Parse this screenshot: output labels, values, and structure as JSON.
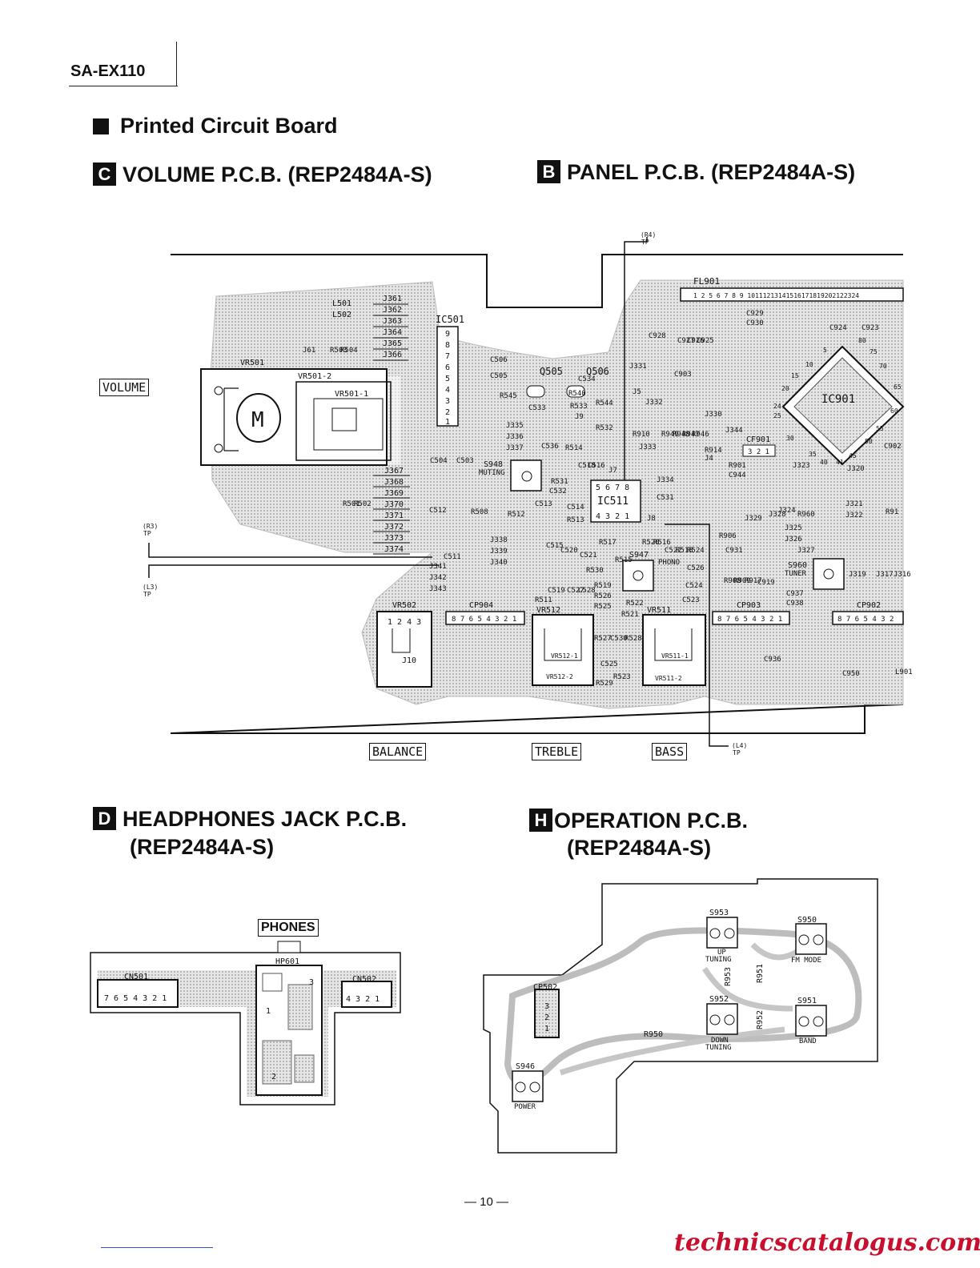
{
  "header": {
    "model": "SA-EX110"
  },
  "title": "Printed Circuit Board",
  "sections": {
    "volume": {
      "badge": "C",
      "title": "VOLUME P.C.B. (REP2484A-S)"
    },
    "panel": {
      "badge": "B",
      "title": "PANEL P.C.B. (REP2484A-S)"
    },
    "headphones": {
      "badge": "D",
      "title": "HEADPHONES JACK P.C.B.",
      "subtitle": "(REP2484A-S)"
    },
    "operation": {
      "badge": "H",
      "title": "OPERATION P.C.B.",
      "subtitle": "(REP2484A-S)"
    }
  },
  "labels": {
    "volume": "VOLUME",
    "balance": "BALANCE",
    "treble": "TREBLE",
    "bass": "BASS",
    "phones": "PHONES"
  },
  "main_board": {
    "tp_r4": "(R4)",
    "tp_r3": "(R3)",
    "tp_l3": "(L3)",
    "tp_l4": "(L4)",
    "tp": "TP",
    "fl901": "FL901",
    "fl901_pins": "1 2    5 6 7 8 9 10111213141516171819202122324",
    "ic501": "IC501",
    "ic501_pins": [
      "9",
      "8",
      "7",
      "6",
      "5",
      "4",
      "3",
      "2",
      "1"
    ],
    "ic901": "IC901",
    "ic511": "IC511",
    "ic511_top": "5 6 7 8",
    "ic511_bottom": "4 3 2 1",
    "vr501": "VR501",
    "vr501_2": "VR501-2",
    "vr501_1": "VR501-1",
    "motor": "M",
    "vr502": "VR502",
    "vr502_pins": "1 2 4 3",
    "j10": "J10",
    "vr512": "VR512",
    "vr512_1": "VR512-1",
    "vr512_2": "VR512-2",
    "vr511": "VR511",
    "vr511_1": "VR511-1",
    "vr511_2": "VR511-2",
    "cp904": "CP904",
    "cp904_pins": "8 7 6 5 4 3 2 1",
    "cp903": "CP903",
    "cp903_pins": "8 7 6 5 4 3 2 1",
    "cp902": "CP902",
    "cp902_pins": "8 7 6 5 4 3 2",
    "cf901": "CF901",
    "cf901_pins": "3 2 1",
    "q505": "Q505",
    "q506": "Q506",
    "s948": "S948",
    "muting": "MUTING",
    "s947": "S947",
    "phono": "PHONO",
    "s960": "S960",
    "tuner": "TUNER",
    "l501": "L501",
    "l502": "L502",
    "j_upper": [
      "J361",
      "J362",
      "J363",
      "J364",
      "J365",
      "J366"
    ],
    "j_lower": [
      "J367",
      "J368",
      "J369",
      "J370",
      "J371",
      "J372",
      "J373",
      "J374"
    ],
    "parts": [
      "J61",
      "R503",
      "R504",
      "C506",
      "C505",
      "R545",
      "C533",
      "C534",
      "R540",
      "R544",
      "J5",
      "J332",
      "J331",
      "R533",
      "J9",
      "R532",
      "R910",
      "J333",
      "R949",
      "R948",
      "R947",
      "R946",
      "R914",
      "J330",
      "J344",
      "J4",
      "R901",
      "C944",
      "J323",
      "J320",
      "J335",
      "J336",
      "J337",
      "C536",
      "R514",
      "C518",
      "C516",
      "J7",
      "R531",
      "C532",
      "C513",
      "C514",
      "R513",
      "J8",
      "C531",
      "J334",
      "J329",
      "J328",
      "J324",
      "R960",
      "J321",
      "J322",
      "R91",
      "C504",
      "C503",
      "C512",
      "R501",
      "R502",
      "R508",
      "R512",
      "J338",
      "J339",
      "J340",
      "C515",
      "C520",
      "C521",
      "R515",
      "R517",
      "R520",
      "R516",
      "C522",
      "R518",
      "R524",
      "C526",
      "R530",
      "J341",
      "J342",
      "J343",
      "C511",
      "C519",
      "R511",
      "C527",
      "C528",
      "R519",
      "R526",
      "R525",
      "C524",
      "C523",
      "R522",
      "R521",
      "C929",
      "C930",
      "C928",
      "C927",
      "C926",
      "C925",
      "C903",
      "C924",
      "C923",
      "R906",
      "C931",
      "J325",
      "J326",
      "J327",
      "R908",
      "R909",
      "R917",
      "C919",
      "C937",
      "C938",
      "C936",
      "C950",
      "L901",
      "C902",
      "J319",
      "J317",
      "J316",
      "R527",
      "C530",
      "C525",
      "R528",
      "R529",
      "R523"
    ],
    "ic_pins": [
      "5",
      "10",
      "15",
      "20",
      "24",
      "25",
      "30",
      "35",
      "40",
      "41",
      "45",
      "50",
      "55",
      "60",
      "65",
      "70",
      "75",
      "80"
    ]
  },
  "headphones_board": {
    "hp601": "HP601",
    "cn501": "CN501",
    "cn501_pins": "7 6 5 4 3 2 1",
    "cn502": "CN502",
    "cn502_pins": "4 3 2 1",
    "pins": [
      "1",
      "2",
      "3"
    ]
  },
  "operation_board": {
    "switches": [
      {
        "id": "S953",
        "label1": "UP",
        "label2": "TUNING"
      },
      {
        "id": "S950",
        "label1": "FM MODE",
        "label2": ""
      },
      {
        "id": "S952",
        "label1": "DOWN",
        "label2": "TUNING"
      },
      {
        "id": "S951",
        "label1": "BAND",
        "label2": ""
      },
      {
        "id": "S946",
        "label1": "POWER",
        "label2": ""
      }
    ],
    "cp502": "CP502",
    "cp502_pins": [
      "3",
      "2",
      "1"
    ],
    "resistors": [
      "R953",
      "R951",
      "R952",
      "R950"
    ]
  },
  "page_number": "— 10 —",
  "footer": "technicscatalogus.com",
  "colors": {
    "footer": "#c8102e",
    "copper": "#c9c9c9",
    "ink": "#111111"
  }
}
